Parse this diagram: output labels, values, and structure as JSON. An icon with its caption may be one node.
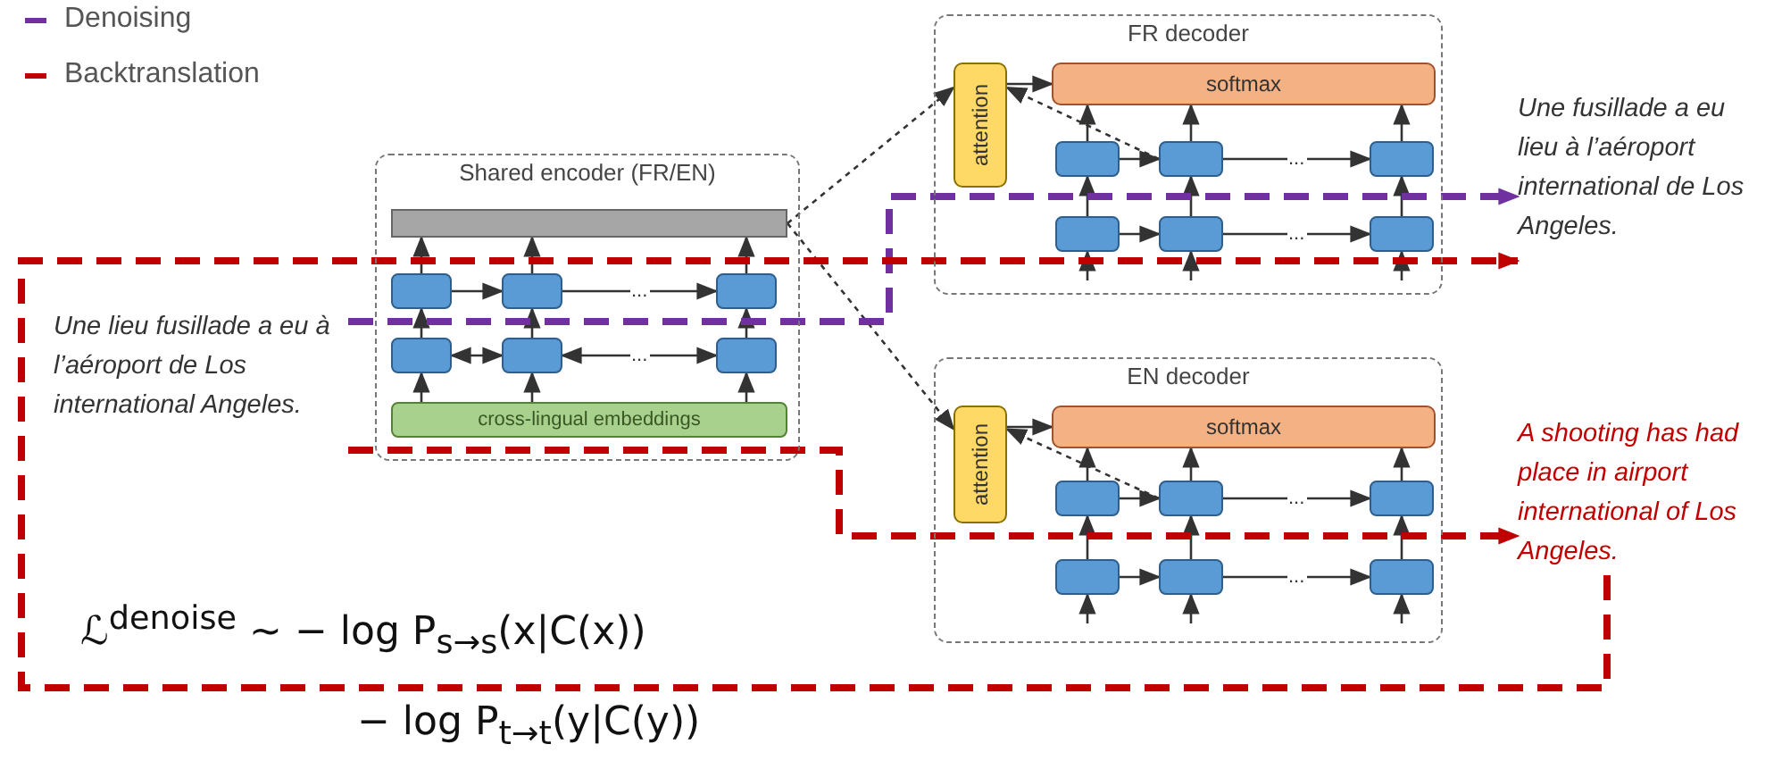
{
  "diagram": {
    "nodes": [
      {
        "text": [
          "Shared encoder (FR/EN)"
        ]
      },
      {
        "text": [],
        "shape": "bar",
        "in": 0
      },
      {
        "text": [],
        "shape": "box",
        "in": 0
      },
      {
        "text": [],
        "shape": "box",
        "in": 0
      },
      {
        "text": [],
        "shape": "box",
        "in": 0
      },
      {
        "text": [],
        "shape": "box",
        "in": 0
      },
      {
        "text": [],
        "shape": "box",
        "in": 0
      },
      {
        "text": [],
        "shape": "box",
        "in": 0
      },
      {
        "text": [
          "cross-lingual embeddings"
        ],
        "in": 0
      },
      {
        "text": [
          "FR decoder"
        ]
      },
      {
        "text": [
          "attention"
        ],
        "in": 9
      },
      {
        "text": [
          "softmax"
        ],
        "in": 9
      },
      {
        "text": [],
        "shape": "box",
        "in": 9
      },
      {
        "text": [],
        "shape": "box",
        "in": 9
      },
      {
        "text": [],
        "shape": "box",
        "in": 9
      },
      {
        "text": [],
        "shape": "box",
        "in": 9
      },
      {
        "text": [],
        "shape": "box",
        "in": 9
      },
      {
        "text": [],
        "shape": "box",
        "in": 9
      },
      {
        "text": [
          "EN decoder"
        ]
      },
      {
        "text": [
          "attention"
        ],
        "in": 18
      },
      {
        "text": [
          "softmax"
        ],
        "in": 18
      },
      {
        "text": [],
        "shape": "box",
        "in": 18
      },
      {
        "text": [],
        "shape": "box",
        "in": 18
      },
      {
        "text": [],
        "shape": "box",
        "in": 18
      },
      {
        "text": [],
        "shape": "box",
        "in": 18
      },
      {
        "text": [],
        "shape": "box",
        "in": 18
      },
      {
        "text": [],
        "shape": "box",
        "in": 18
      },
      {
        "text": [
          "Une lieu fusillade a eu à l’aéroport de Los international Angeles."
        ]
      },
      {
        "text": [
          "Une fusillade a eu lieu à l’aéroport international de Los Angeles."
        ]
      },
      {
        "text": [
          "A shooting has had place in airport international of Los Angeles."
        ]
      }
    ],
    "edges": [
      {
        "from": 8,
        "to": 5,
        "arrow": "to"
      },
      {
        "from": 8,
        "to": 6,
        "arrow": "to"
      },
      {
        "from": 8,
        "to": 7,
        "arrow": "to"
      },
      {
        "from": 5,
        "to": 6,
        "arrow": "both"
      },
      {
        "from": 6,
        "to": 7,
        "arrow": "both",
        "label": "..."
      },
      {
        "from": 5,
        "to": 2,
        "arrow": "to"
      },
      {
        "from": 6,
        "to": 3,
        "arrow": "to"
      },
      {
        "from": 7,
        "to": 4,
        "arrow": "to"
      },
      {
        "from": 2,
        "to": 3,
        "arrow": "to"
      },
      {
        "from": 3,
        "to": 4,
        "arrow": "to",
        "label": "..."
      },
      {
        "from": 2,
        "to": 1,
        "arrow": "to"
      },
      {
        "from": 3,
        "to": 1,
        "arrow": "to"
      },
      {
        "from": 4,
        "to": 1,
        "arrow": "to"
      },
      {
        "from": 1,
        "to": 10,
        "arrow": "to",
        "style": "dashed"
      },
      {
        "from": 1,
        "to": 19,
        "arrow": "to",
        "style": "dashed"
      },
      {
        "from": 10,
        "to": 11,
        "arrow": "to"
      },
      {
        "from": 13,
        "to": 10,
        "arrow": "to",
        "style": "dashed"
      },
      {
        "from": null,
        "to": 15,
        "arrow": "to"
      },
      {
        "from": null,
        "to": 16,
        "arrow": "to"
      },
      {
        "from": null,
        "to": 17,
        "arrow": "to"
      },
      {
        "from": 15,
        "to": 12,
        "arrow": "to"
      },
      {
        "from": 16,
        "to": 13,
        "arrow": "to"
      },
      {
        "from": 17,
        "to": 14,
        "arrow": "to"
      },
      {
        "from": 15,
        "to": 16,
        "arrow": "to"
      },
      {
        "from": 16,
        "to": 17,
        "arrow": "to",
        "label": "..."
      },
      {
        "from": 12,
        "to": 13,
        "arrow": "to"
      },
      {
        "from": 13,
        "to": 14,
        "arrow": "to",
        "label": "..."
      },
      {
        "from": 12,
        "to": 11,
        "arrow": "to"
      },
      {
        "from": 13,
        "to": 11,
        "arrow": "to"
      },
      {
        "from": 14,
        "to": 11,
        "arrow": "to"
      },
      {
        "from": 19,
        "to": 20,
        "arrow": "to"
      },
      {
        "from": 22,
        "to": 19,
        "arrow": "to",
        "style": "dashed"
      },
      {
        "from": null,
        "to": 24,
        "arrow": "to"
      },
      {
        "from": null,
        "to": 25,
        "arrow": "to"
      },
      {
        "from": null,
        "to": 26,
        "arrow": "to"
      },
      {
        "from": 24,
        "to": 21,
        "arrow": "to"
      },
      {
        "from": 25,
        "to": 22,
        "arrow": "to"
      },
      {
        "from": 26,
        "to": 23,
        "arrow": "to"
      },
      {
        "from": 24,
        "to": 25,
        "arrow": "to"
      },
      {
        "from": 25,
        "to": 26,
        "arrow": "to",
        "label": "..."
      },
      {
        "from": 21,
        "to": 22,
        "arrow": "to"
      },
      {
        "from": 22,
        "to": 23,
        "arrow": "to",
        "label": "..."
      },
      {
        "from": 21,
        "to": 20,
        "arrow": "to"
      },
      {
        "from": 22,
        "to": 20,
        "arrow": "to"
      },
      {
        "from": 23,
        "to": 20,
        "arrow": "to"
      },
      {
        "from": 27,
        "to": 28,
        "arrow": "to",
        "style": "dashed",
        "color": "#7030a0"
      },
      {
        "from": 27,
        "to": 29,
        "arrow": "to",
        "style": "dashed",
        "color": "#c00000"
      },
      {
        "from": 29,
        "to": 28,
        "arrow": "to",
        "style": "dashed",
        "color": "#c00000"
      }
    ],
    "labels": [
      "ℒ$^{denoise}$ ∼ − log P$_{s→s}$(x|C(x))",
      "− log P$_{t→t}$(y|C(y))"
    ],
    "legend": [
      {
        "text": "Denoising",
        "color": "#7030a0"
      },
      {
        "text": "Backtranslation",
        "color": "#c00000"
      }
    ]
  }
}
